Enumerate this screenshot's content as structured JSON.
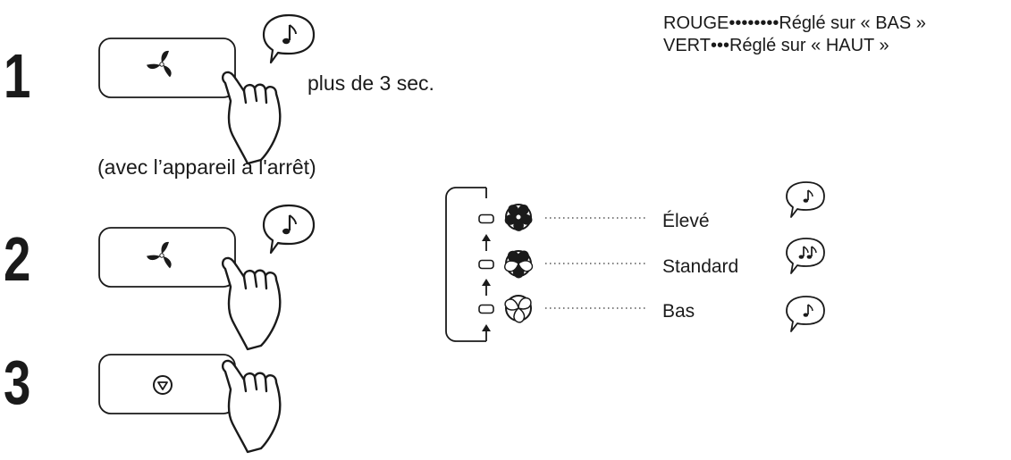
{
  "steps": [
    {
      "number": "1",
      "button_icon": "fan-icon",
      "duration_text": "plus de 3 sec.",
      "note": "(avec l’appareil à l'arrêt)"
    },
    {
      "number": "2",
      "button_icon": "fan-icon"
    },
    {
      "number": "3",
      "button_icon": "stop-icon"
    }
  ],
  "legend": {
    "red": "ROUGE••••••••Réglé sur « BAS »",
    "green": "VERT•••Réglé sur « HAUT »"
  },
  "fan_levels": [
    {
      "label": "Élevé",
      "icon": "fan-high-icon",
      "beeps": 1
    },
    {
      "label": "Standard",
      "icon": "fan-medium-icon",
      "beeps": 2
    },
    {
      "label": "Bas",
      "icon": "fan-low-icon",
      "beeps": 1
    }
  ]
}
